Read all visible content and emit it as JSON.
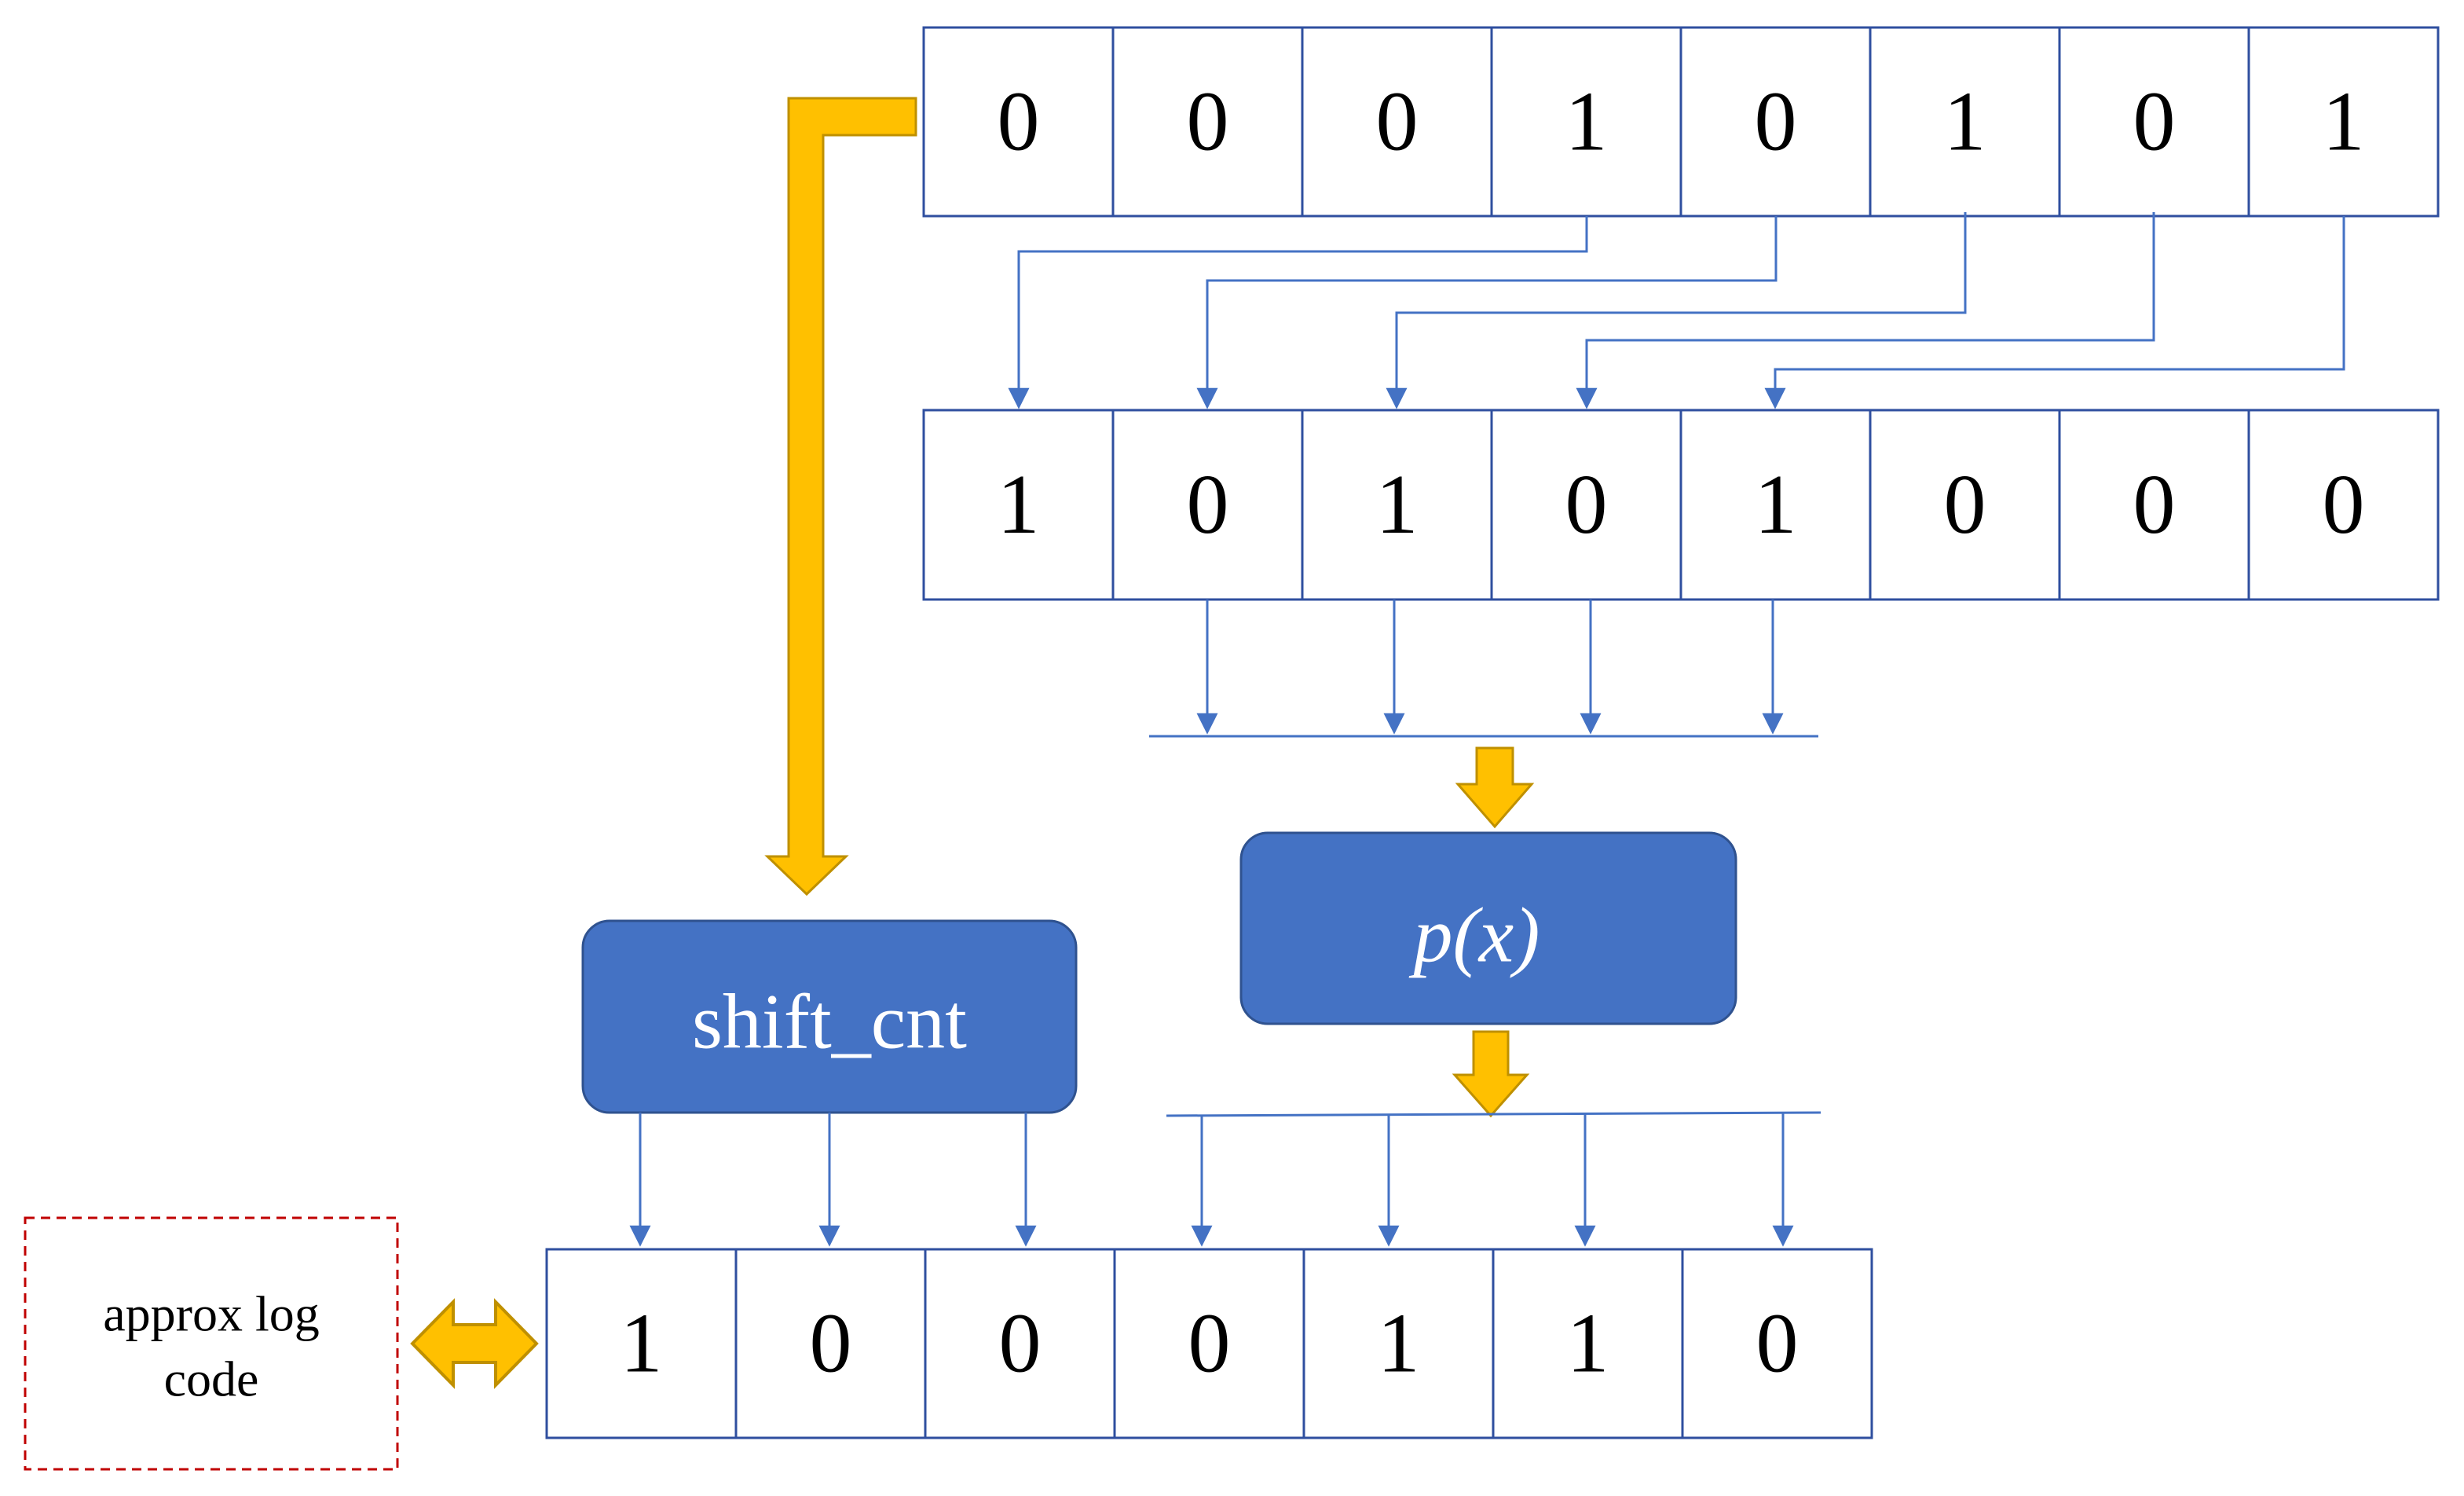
{
  "registers": {
    "input": {
      "bits": [
        "0",
        "0",
        "0",
        "1",
        "0",
        "1",
        "0",
        "1"
      ]
    },
    "normalized": {
      "bits": [
        "1",
        "0",
        "1",
        "0",
        "1",
        "0",
        "0",
        "0"
      ]
    },
    "output": {
      "bits": [
        "1",
        "0",
        "0",
        "0",
        "1",
        "1",
        "0"
      ]
    }
  },
  "blocks": {
    "shift": {
      "label": "shift_cnt"
    },
    "poly": {
      "label": "p(x)"
    }
  },
  "note": {
    "lines": [
      "approx log",
      "code"
    ]
  },
  "colors": {
    "box_fill": "#4472C4",
    "box_border": "#2F528F",
    "wire": "#4472C4",
    "cell_border": "#2F4F9F",
    "arrow_fill": "#FFC000",
    "arrow_stroke": "#BF9000",
    "note_border": "#C00000"
  }
}
